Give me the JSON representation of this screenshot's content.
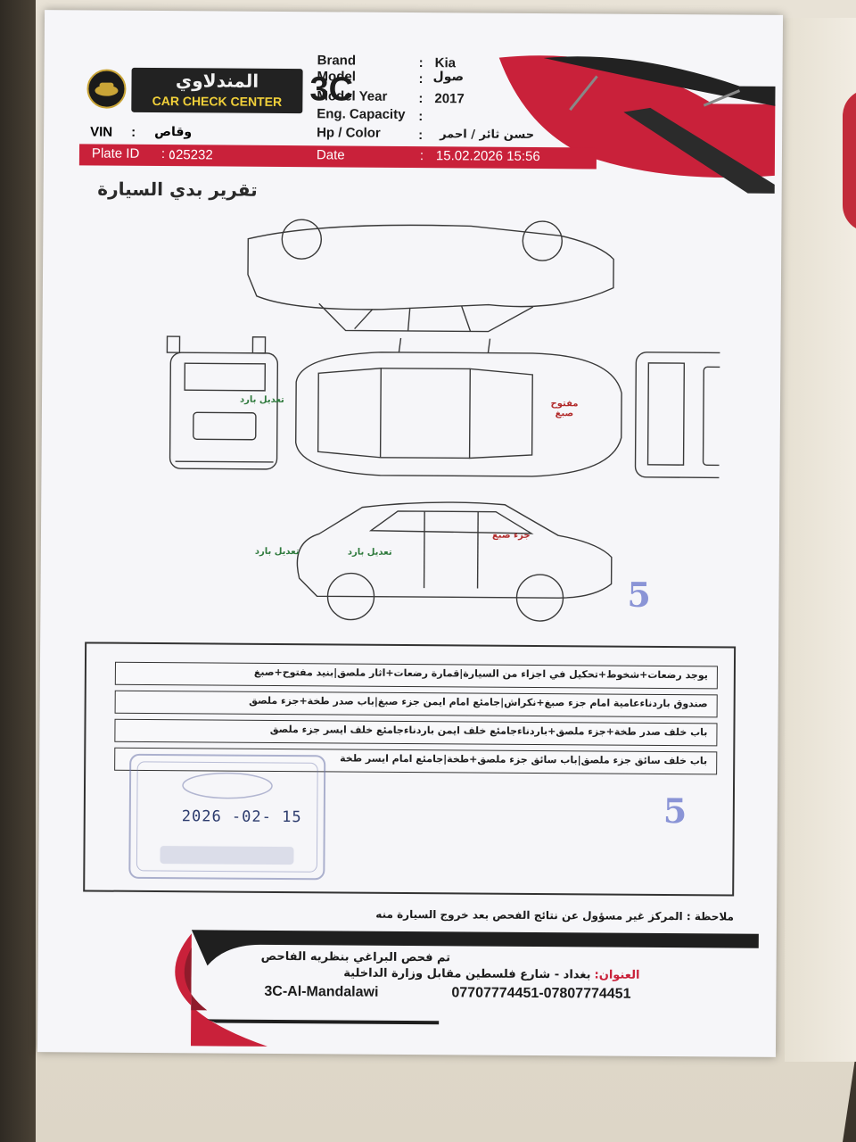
{
  "logo": {
    "arabic_name": "المندلاوي",
    "english_name": "CAR CHECK CENTER",
    "mark": "3C"
  },
  "fields": {
    "brand_label": "Brand",
    "brand_value": "Kia",
    "model_label": "Model",
    "model_value": "صول",
    "year_label": "Model Year",
    "year_value": "2017",
    "eng_label": "Eng. Capacity",
    "eng_value": "",
    "hp_label": "Hp / Color",
    "hp_value": "حسن ثائر / احمر",
    "colon": ":"
  },
  "vin": {
    "label": "VIN",
    "colon": ":",
    "value": "وقاص"
  },
  "plate_bar": {
    "plate_label": "Plate ID",
    "plate_colon": ":",
    "plate_value": "٥25232",
    "date_label": "Date",
    "date_colon": ":",
    "date_value": "15.02.2026 15:56"
  },
  "report_title": "تقرير بدي السيارة",
  "diagram_notes": {
    "front_left": "تعديل بارد",
    "rear_right": "مفتوح صبغ",
    "side_paint": "جزء صبغ",
    "side_left": "تعديل بارد",
    "side_mid": "تعديل بارد"
  },
  "stamps": {
    "five_a": "5",
    "five_b": "5",
    "stamp_date": "2026 -02- 15"
  },
  "notes": [
    "يوجد رضعات+شخوط+تحكيل في اجزاء من السيارة|قمارة رضعات+اثار ملصق|بنيد مفتوح+صبغ",
    "صندوق باردناءعامية امام جزء صبغ+نكراش|جامئع امام ايمن جزء صبغ|باب صدر طخة+جزء ملصق",
    "باب خلف صدر طخة+جزء ملصق+باردناءجامئع خلف ايمن باردناءجامئع خلف ايسر جزء ملصق",
    "باب خلف سائق جزء ملصق|باب سائق جزء ملصق+طخة|جامئع امام ايسر طخة"
  ],
  "disclaimer": "ملاحظة : المركز غير مسؤول عن نتائج الفحص بعد خروج السيارة منه",
  "footer": {
    "inspector": "تم فحص البراغي بنظريه الفاحص",
    "address_label": "العنوان:",
    "address": "بغداد - شارع فلسطين مقابل وزارة الداخلية",
    "brand_handle": "3C-Al-Mandalawi",
    "phones": "07707774451-07807774451"
  },
  "colors": {
    "brand_red": "#c9213a",
    "dark": "#1d1d1d",
    "stamp_blue": "#8a94d6",
    "note_red": "#b22b2b",
    "note_green": "#2f7a3d"
  }
}
